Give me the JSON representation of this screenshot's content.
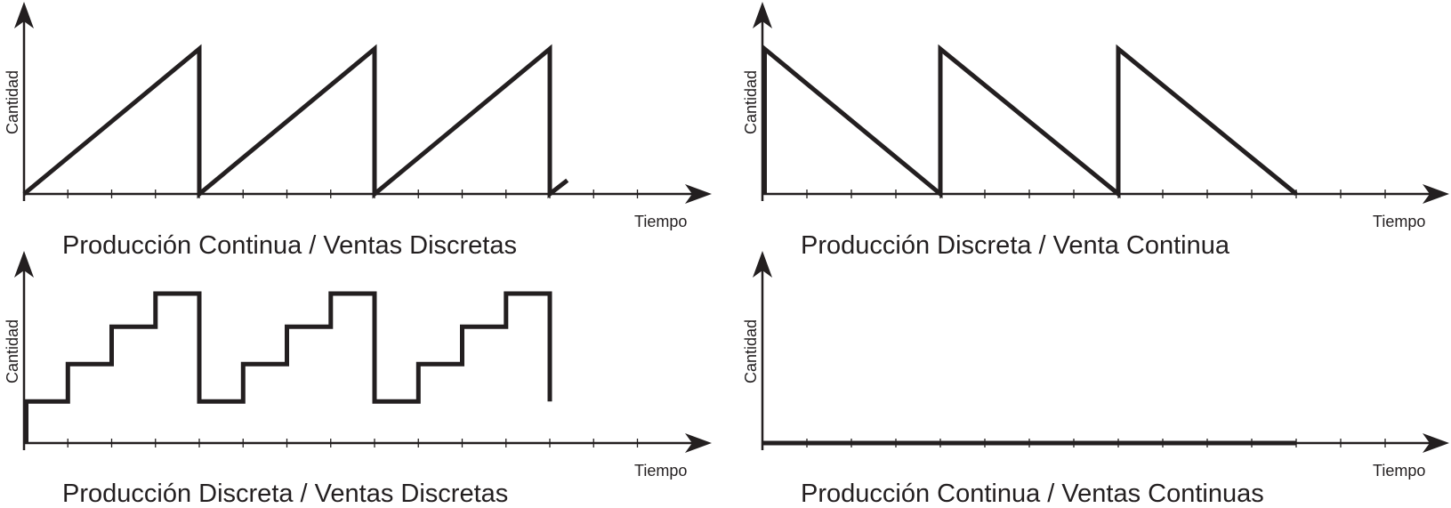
{
  "colors": {
    "ink": "#231f20",
    "background": "#ffffff"
  },
  "chart_data": [
    {
      "type": "line",
      "title": "Producción Continua / Ventas Discretas",
      "xlabel": "Tiempo",
      "ylabel": "Cantidad",
      "grid": false,
      "xlim": [
        0,
        16
      ],
      "ylim": [
        0,
        3.5
      ],
      "x_ticks": [
        1,
        2,
        3,
        4,
        5,
        6,
        7,
        8,
        9,
        10,
        11,
        12,
        13,
        14
      ],
      "series": [
        {
          "x": [
            0,
            2,
            4,
            4,
            8,
            8,
            12,
            12,
            12.4
          ],
          "y": [
            0,
            1.6,
            3.2,
            0,
            3.2,
            0,
            3.2,
            0,
            0.3
          ]
        }
      ]
    },
    {
      "type": "line",
      "title": "Producción Discreta / Venta Continua",
      "xlabel": "Tiempo",
      "ylabel": "Cantidad",
      "grid": false,
      "xlim": [
        0,
        16
      ],
      "ylim": [
        0,
        3.5
      ],
      "x_ticks": [
        1,
        2,
        3,
        4,
        5,
        6,
        7,
        8,
        9,
        10,
        11,
        12,
        13,
        14
      ],
      "series": [
        {
          "x": [
            0.05,
            0.05,
            4,
            4,
            8,
            8,
            10,
            12
          ],
          "y": [
            0,
            3.2,
            0,
            3.2,
            0,
            3.2,
            1.6,
            0
          ]
        }
      ]
    },
    {
      "type": "line",
      "title": "Producción Discreta / Ventas Discretas",
      "xlabel": "Tiempo",
      "ylabel": "Cantidad",
      "grid": false,
      "xlim": [
        0,
        16
      ],
      "ylim": [
        0,
        4
      ],
      "x_ticks": [
        1,
        2,
        3,
        4,
        5,
        6,
        7,
        8,
        9,
        10,
        11,
        12,
        13,
        14
      ],
      "series": [
        {
          "x": [
            0.05,
            0.05,
            1,
            1,
            2,
            2,
            3,
            3,
            4,
            4,
            5,
            5,
            6,
            6,
            7,
            7,
            8,
            8,
            9,
            9,
            10,
            10,
            11,
            11,
            12,
            12
          ],
          "y": [
            0,
            1,
            1,
            1.9,
            1.9,
            2.8,
            2.8,
            3.6,
            3.6,
            1,
            1,
            1.9,
            1.9,
            2.8,
            2.8,
            3.6,
            3.6,
            1,
            1,
            1.9,
            1.9,
            2.8,
            2.8,
            3.6,
            3.6,
            1
          ]
        }
      ]
    },
    {
      "type": "line",
      "title": "Producción Continua / Ventas Continuas",
      "xlabel": "Tiempo",
      "ylabel": "Cantidad",
      "grid": false,
      "xlim": [
        0,
        16
      ],
      "ylim": [
        0,
        4
      ],
      "x_ticks": [
        1,
        2,
        3,
        4,
        5,
        6,
        7,
        8,
        9,
        10,
        11,
        12,
        13,
        14
      ],
      "series": [
        {
          "x": [
            0,
            12
          ],
          "y": [
            0,
            0
          ]
        }
      ]
    }
  ]
}
